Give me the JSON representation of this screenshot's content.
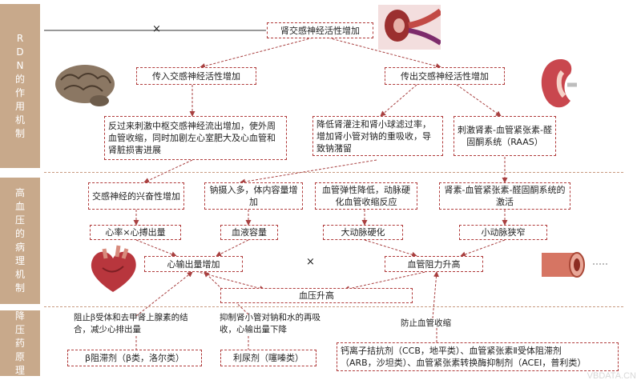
{
  "sidebar": {
    "rdn": "RDN的作用机制",
    "pathology": "高血压的病理机制",
    "drugs": "降压药原理"
  },
  "rdn": {
    "renal_sympathetic": "肾交感神经活性增加",
    "afferent": "传入交感神经活性增加",
    "efferent": "传出交感神经活性增加",
    "central": "反过来刺激中枢交感神经流出增加，使外周血管收缩，同时加剧左心室肥大及心血管和肾脏损害进展",
    "renal_perfusion": "降低肾灌注和肾小球滤过率，增加肾小管对钠的重吸收，导致钠潴留",
    "raas_stim": "刺激肾素-血管紧张素-醛固酮系统（RAAS）"
  },
  "pathology": {
    "sympathetic_excite": "交感神经的兴奋性增加",
    "sodium_intake": "钠摄入多，体内容量增加",
    "elasticity": "血管弹性降低，动脉硬化血管收缩反应",
    "raas_activation": "肾素-血管紧张素-醛固酮系统的激活",
    "heart_rate": "心率×心搏出量",
    "blood_volume": "血液容量",
    "aorta_sclerosis": "大动脉硬化",
    "arteriole_narrow": "小动脉狭窄",
    "cardiac_output": "心输出量增加",
    "resistance": "血管阻力升高",
    "bp_rise": "血压升高",
    "times": "×"
  },
  "drugs": {
    "beta_note": "阻止β受体和去甲肾上腺素的结合，减少心排出量",
    "diuretic_note": "抑制肾小管对钠和水的再吸收，心输出量下降",
    "vaso_note": "防止血管收缩",
    "beta_blocker": "β阻滞剂（β类，洛尔类）",
    "diuretic": "利尿剂（噻嗪类）",
    "ccb_line1": "钙离子拮抗剂（CCB，地平类）、血管紧张素Ⅱ受体阻滞剂",
    "ccb_line2": "（ARB，沙坦类）、血管紧张素转换酶抑制剂（ACEI，普利类）"
  },
  "block_mark": "×",
  "watermark": "VBDATA.CN",
  "icons": [
    "kidney-artery-image",
    "brain-image",
    "kidney-cross-section-image",
    "heart-image",
    "artery-image"
  ],
  "colors": {
    "sidebar": "#c8a98b",
    "box_border": "#b03a3a",
    "arrow": "#a84040",
    "separator": "#c89a80"
  }
}
